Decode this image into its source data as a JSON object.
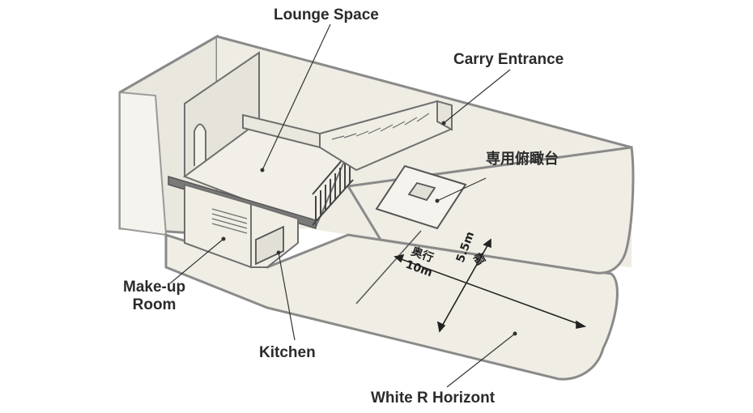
{
  "labels": {
    "lounge": "Lounge Space",
    "carry": "Carry Entrance",
    "platform": "専用俯瞰台",
    "makeup_1": "Make-up",
    "makeup_2": "Room",
    "kitchen": "Kitchen",
    "horizont": "White R Horizont"
  },
  "dimensions": {
    "depth_label": "奥行",
    "depth_value": "10m",
    "width_label": "幅",
    "width_value": "5.5m"
  },
  "colors": {
    "floor": "#efede4",
    "wall": "#e8e6dc",
    "outline": "#8a8a8a",
    "dark": "#555555"
  }
}
